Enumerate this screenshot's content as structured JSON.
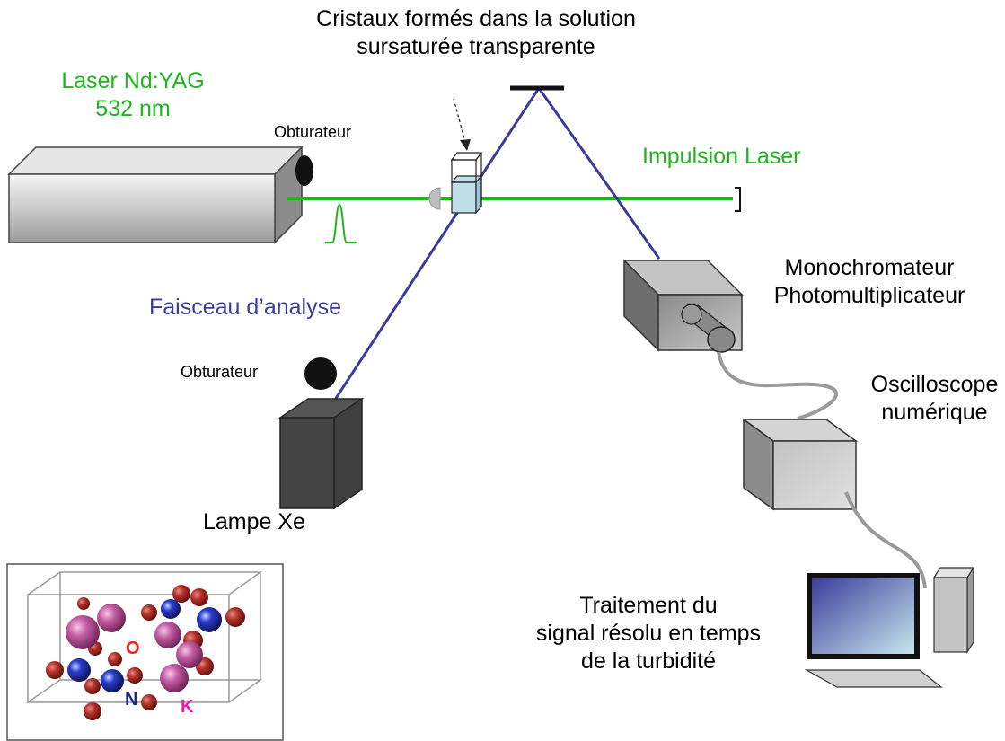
{
  "labels": {
    "laser_line1": "Laser Nd:YAG",
    "laser_line2": "532 nm",
    "shutter_top": "Obturateur",
    "shutter_bottom": "Obturateur",
    "crystals_line1": "Cristaux formés dans la solution",
    "crystals_line2": "sursaturée transparente",
    "pulse": "Impulsion Laser",
    "probe": "Faisceau d’analyse",
    "lamp": "Lampe Xe",
    "mono_line1": "Monochromateur",
    "mono_line2": "Photomultiplicateur",
    "osc_line1": "Oscilloscope",
    "osc_line2": "numérique",
    "proc_line1": "Traitement du",
    "proc_line2": "signal résolu en temps",
    "proc_line3": "de la turbidité",
    "atom_o": "O",
    "atom_n": "N",
    "atom_k": "K"
  },
  "colors": {
    "laser_beam": "#1fb51f",
    "probe_beam": "#3b3b9a",
    "oxygen": "#a8221a",
    "nitrogen": "#1f2fa8",
    "potassium": "#c0559c",
    "label_o": "#e8231a",
    "label_n": "#1a2a8c",
    "label_k": "#e020b0"
  }
}
